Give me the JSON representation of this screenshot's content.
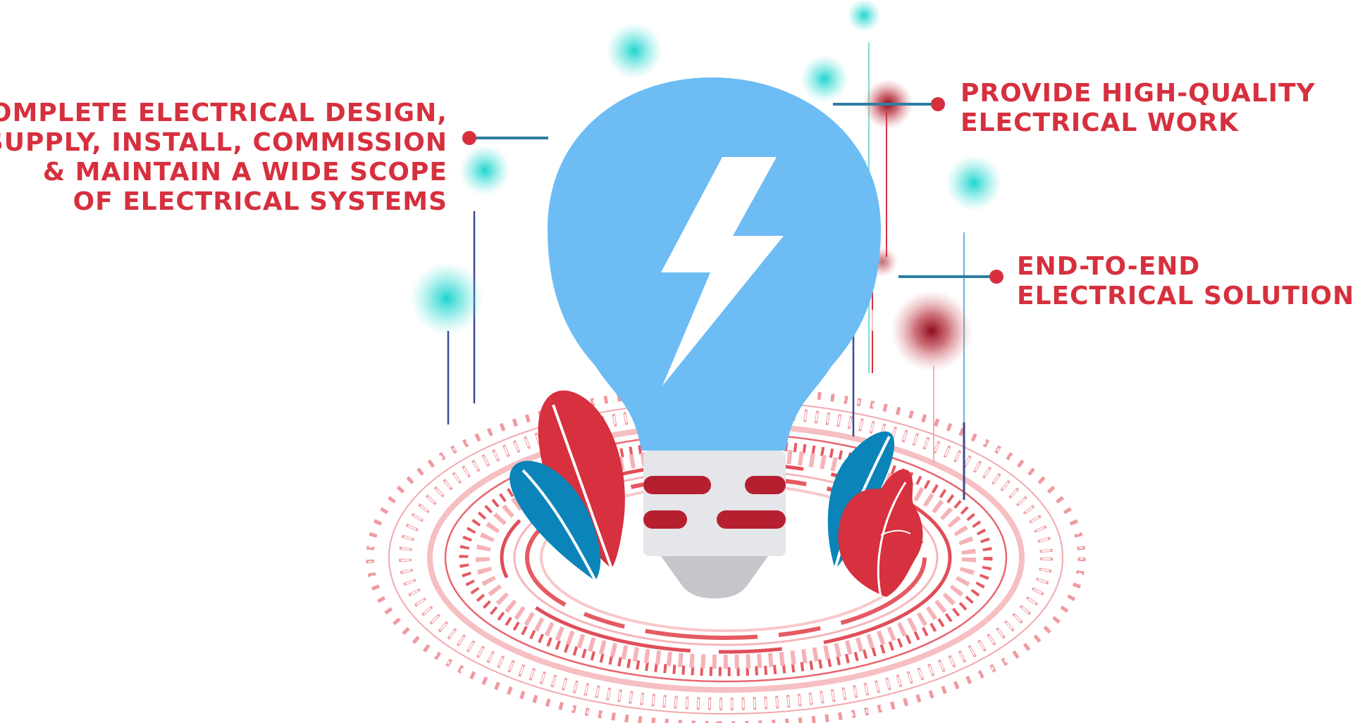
{
  "callouts": {
    "left": {
      "lines": [
        "COMPLETE ELECTRICAL DESIGN,",
        "SUPPLY, INSTALL, COMMISSION",
        "& MAINTAIN A WIDE SCOPE",
        "OF ELECTRICAL SYSTEMS"
      ]
    },
    "top_right": {
      "lines": [
        "PROVIDE HIGH-QUALITY",
        "ELECTRICAL WORK"
      ]
    },
    "mid_right": {
      "lines": [
        "END-TO-END",
        "ELECTRICAL SOLUTIONS"
      ]
    }
  },
  "icons": {
    "main": "lightbulb-icon",
    "symbol": "lightning-bolt-icon"
  },
  "colors": {
    "text": "#d6303e",
    "bulb": "#6dbcf4",
    "base": "#e4e6ea",
    "base_stripes": "#b51f2f",
    "cap": "#c4c6ca",
    "leaf_red": "#d7303e",
    "leaf_blue": "#0a84b9",
    "ring": "#e75a62",
    "glow_cyan": "#1fd6cf",
    "glow_red": "#9a1020",
    "line_navy": "#3b4a8f",
    "connector": "#2d7ea0"
  }
}
